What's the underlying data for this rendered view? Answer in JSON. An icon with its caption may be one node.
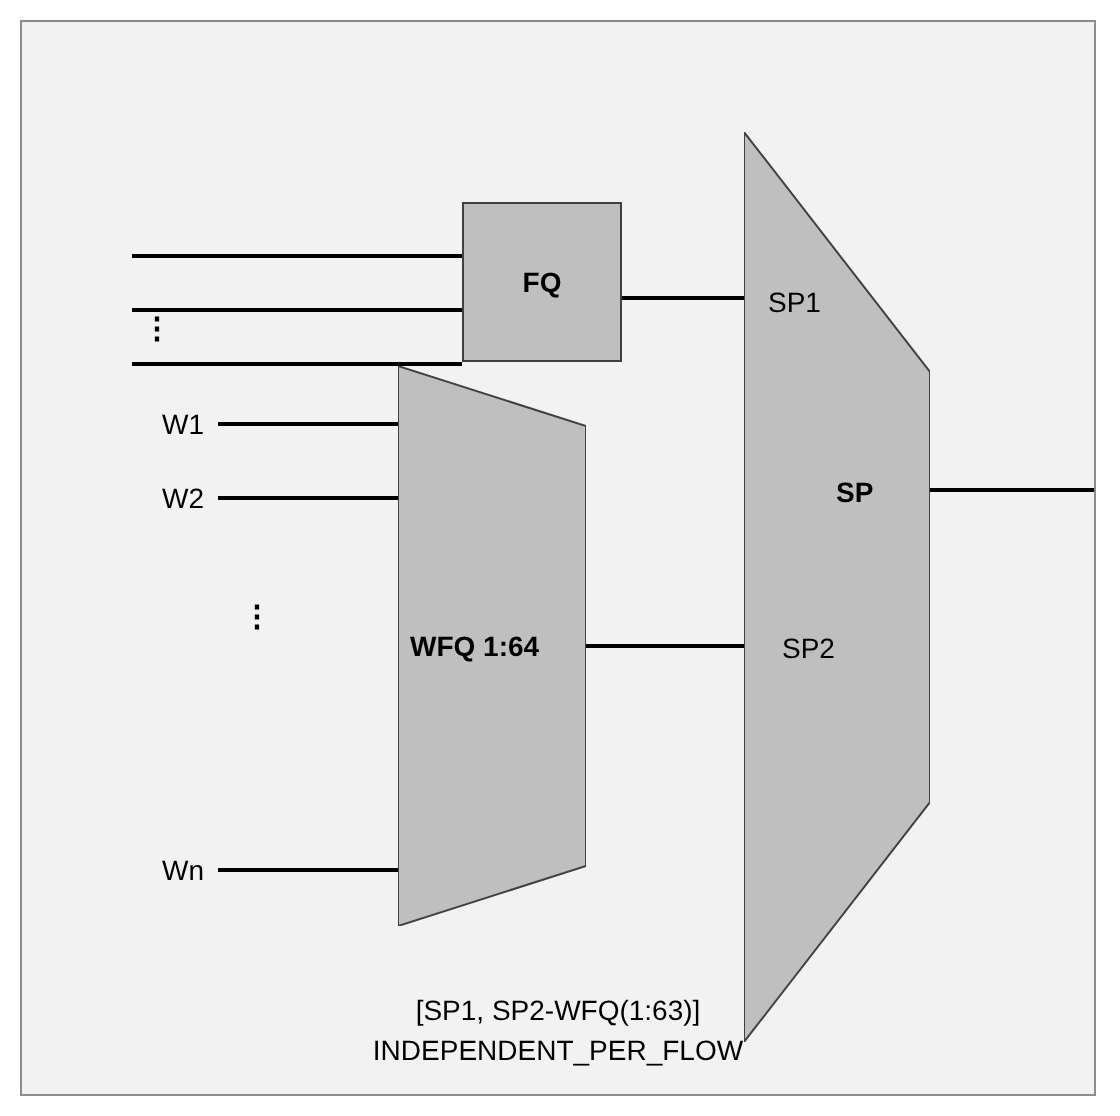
{
  "diagram": {
    "nodes": [
      {
        "text": [
          "[SP1, SP2-WFQ(1:63)] INDEPENDENT_PER_FLOW"
        ]
      },
      {
        "text": [
          "FQ"
        ],
        "in": 0
      },
      {
        "text": [
          "SP",
          "SP1",
          "SP2"
        ],
        "in": 0
      },
      {
        "text": [
          "WFQ 1:64"
        ],
        "in": 0
      },
      {
        "text": [
          "W1"
        ],
        "in": 0
      },
      {
        "text": [
          "W2"
        ],
        "in": 0
      },
      {
        "text": [
          "Wn"
        ],
        "in": 0
      }
    ],
    "edges": [
      {
        "from": null,
        "to": 1,
        "arrow": "none"
      },
      {
        "from": null,
        "to": 1,
        "arrow": "none"
      },
      {
        "from": null,
        "to": 1,
        "arrow": "none"
      },
      {
        "from": 1,
        "to": 2,
        "arrow": "none"
      },
      {
        "from": 4,
        "to": 3,
        "arrow": "none"
      },
      {
        "from": 5,
        "to": 3,
        "arrow": "none"
      },
      {
        "from": 6,
        "to": 3,
        "arrow": "none"
      },
      {
        "from": 3,
        "to": 2,
        "arrow": "none"
      },
      {
        "from": 2,
        "to": null,
        "arrow": "none"
      }
    ],
    "labels": [
      "⋮",
      "⋮"
    ]
  }
}
